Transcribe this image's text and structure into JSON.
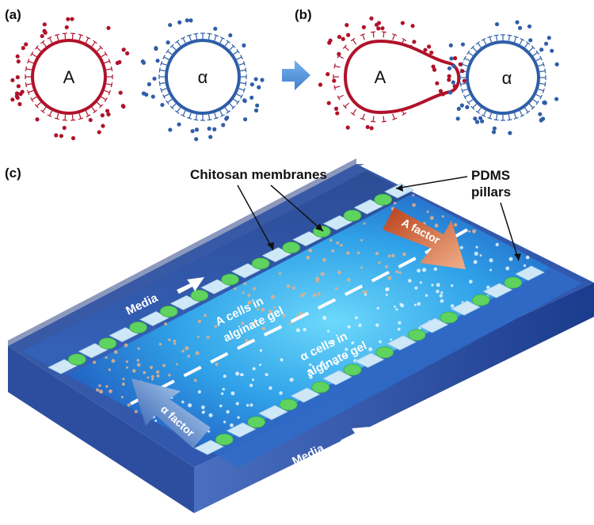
{
  "panels": {
    "a_label": "(a)",
    "b_label": "(b)",
    "c_label": "(c)"
  },
  "cells": {
    "a_cell": "A",
    "alpha_cell": "α"
  },
  "callouts": {
    "chitosan": "Chitosan membranes",
    "pdms_line1": "PDMS",
    "pdms_line2": "pillars"
  },
  "channel": {
    "media_top": "Media",
    "media_bottom": "Media",
    "a_gel_line1": "A cells in",
    "a_gel_line2": "alginate gel",
    "alpha_gel_line1": "α cells in",
    "alpha_gel_line2": "alginate gel",
    "a_factor": "A factor",
    "alpha_factor": "α factor"
  },
  "colors": {
    "a_red": "#b0122a",
    "alpha_blue": "#2f5ea8",
    "step_arrow": "#4f8fd6",
    "membrane_green": "#5fd35f",
    "pillar_light": "#cfe8f8",
    "chip_dark": "#1a3f8c",
    "gel_glow": "#55d6ff",
    "a_factor_orange": "#c0501c"
  },
  "icons": [
    "right-arrow-icon",
    "white-arrow-icon"
  ]
}
